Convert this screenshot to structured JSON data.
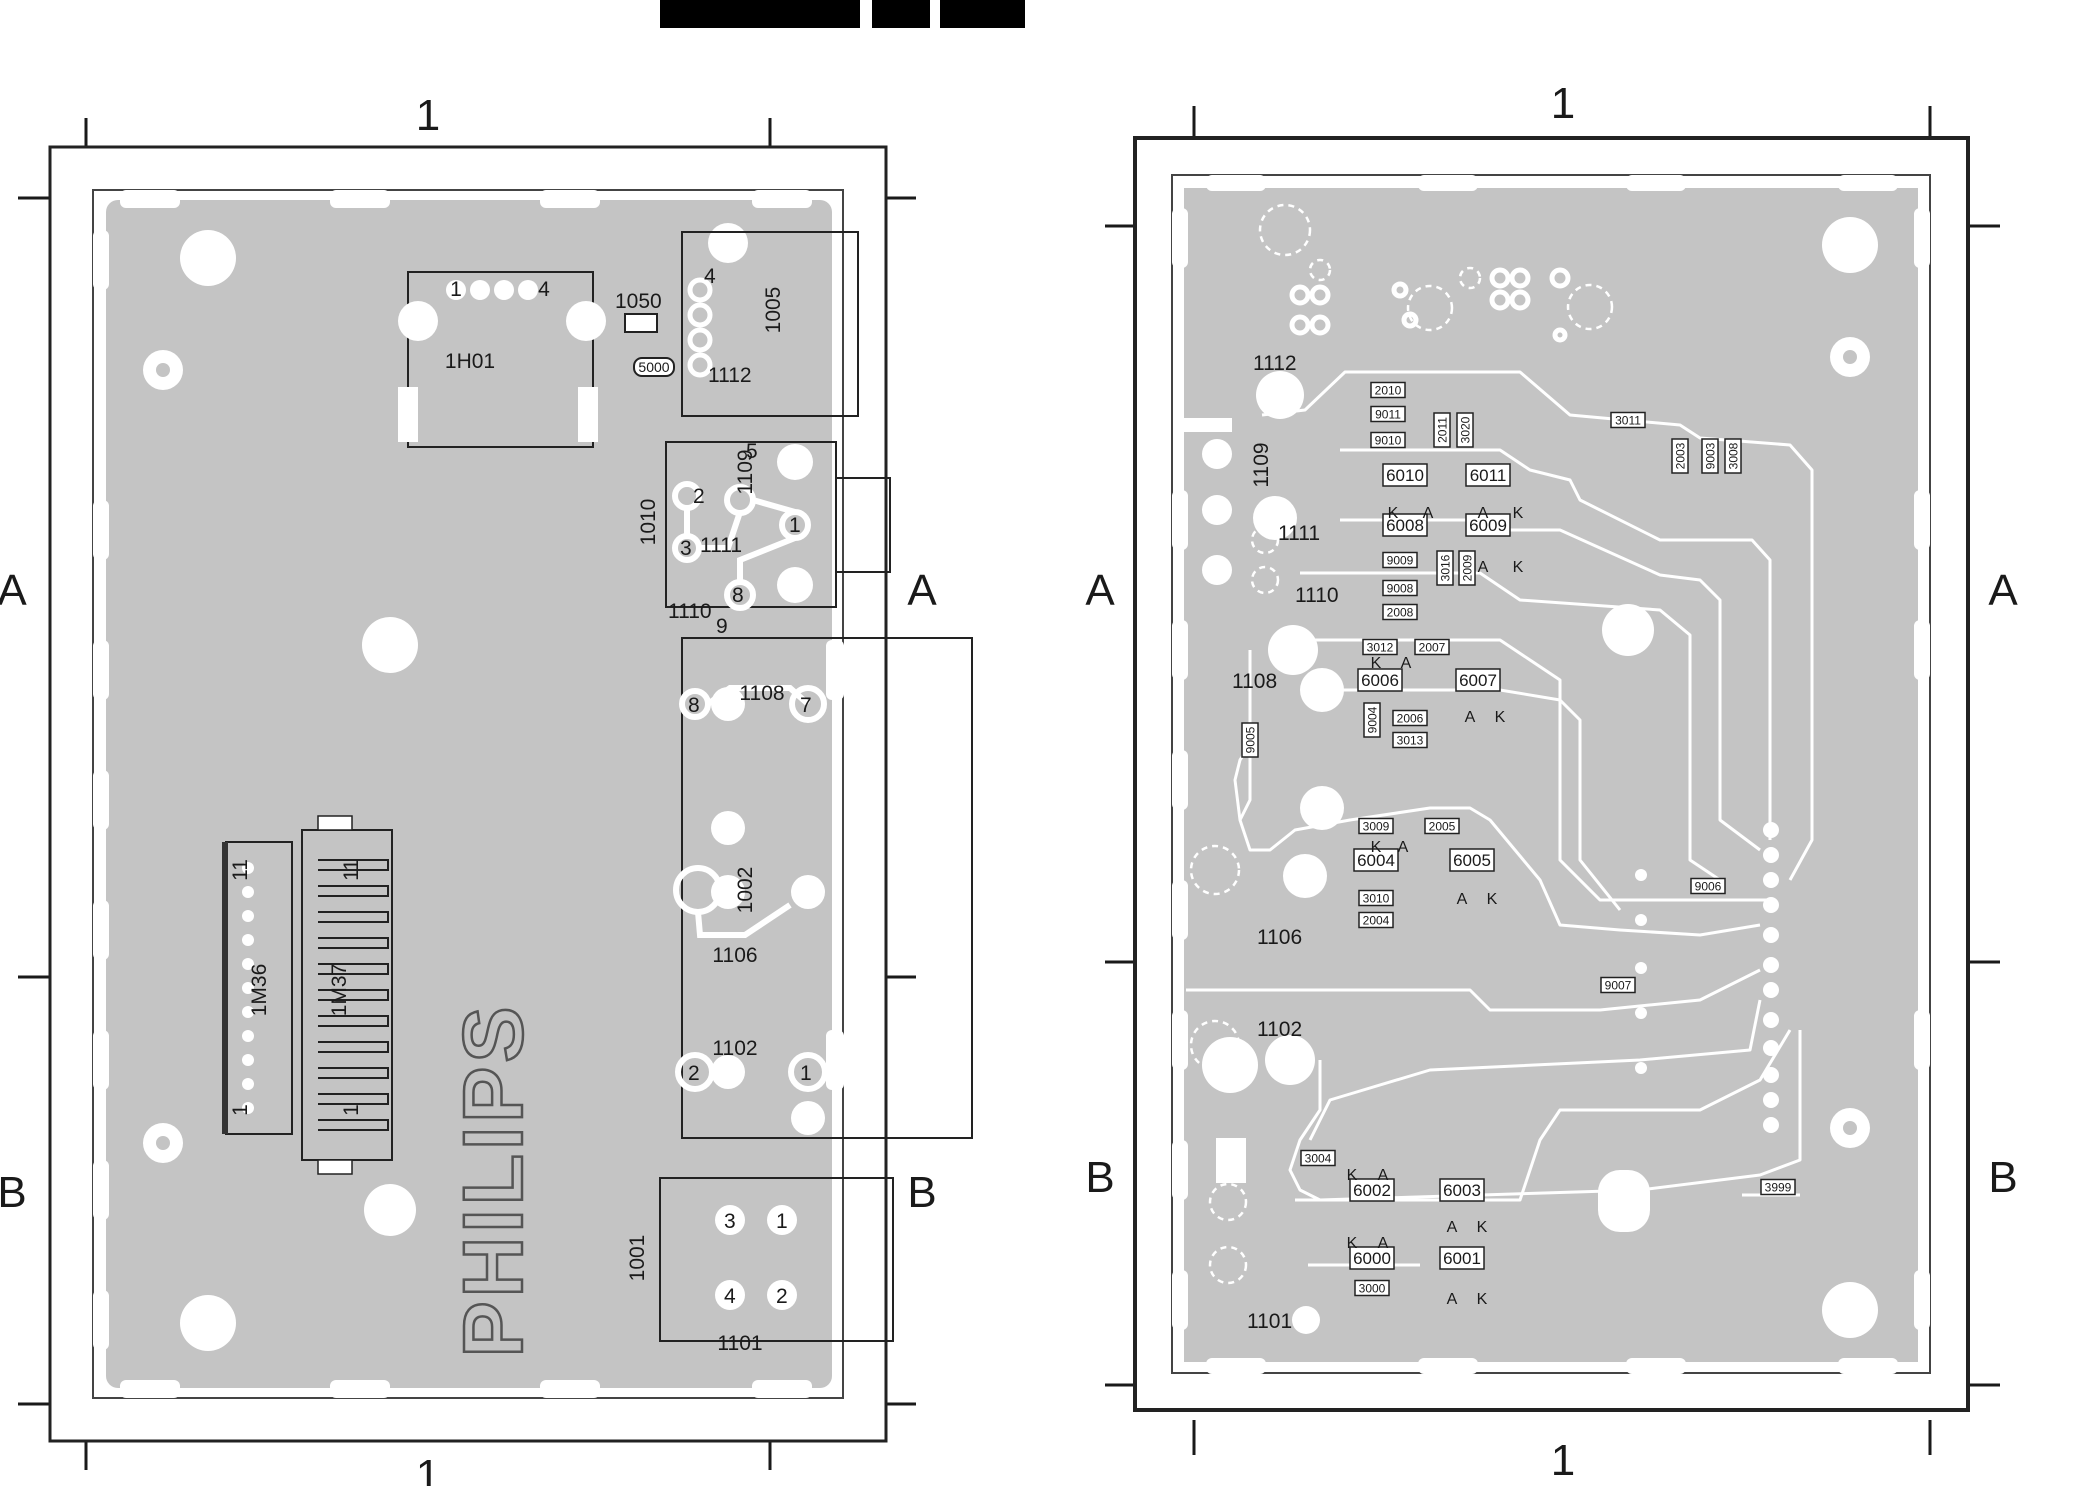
{
  "grid": {
    "col": "1",
    "rowA": "A",
    "rowB": "B"
  },
  "left_board": {
    "brand": "PHILIPS",
    "labels": [
      {
        "key": "h01",
        "text": "1H01"
      },
      {
        "key": "c1050",
        "text": "1050"
      },
      {
        "key": "c5000",
        "text": "5000"
      },
      {
        "key": "c1005",
        "text": "1005"
      },
      {
        "key": "c1112",
        "text": "1112"
      },
      {
        "key": "c1010",
        "text": "1010"
      },
      {
        "key": "c1111",
        "text": "1111"
      },
      {
        "key": "c1109",
        "text": "1109"
      },
      {
        "key": "c1110",
        "text": "1110"
      },
      {
        "key": "c1108",
        "text": "1108"
      },
      {
        "key": "c1002",
        "text": "1002"
      },
      {
        "key": "c1106",
        "text": "1106"
      },
      {
        "key": "c1102",
        "text": "1102"
      },
      {
        "key": "c1001",
        "text": "1001"
      },
      {
        "key": "c1101",
        "text": "1101"
      },
      {
        "key": "m36",
        "text": "1M36"
      },
      {
        "key": "m37",
        "text": "1M37"
      }
    ],
    "pins": [
      {
        "key": "p1",
        "text": "1"
      },
      {
        "key": "p2",
        "text": "2"
      },
      {
        "key": "p3",
        "text": "3"
      },
      {
        "key": "p4",
        "text": "4"
      },
      {
        "key": "p5",
        "text": "5"
      },
      {
        "key": "p7",
        "text": "7"
      },
      {
        "key": "p8",
        "text": "8"
      },
      {
        "key": "p9",
        "text": "9"
      },
      {
        "key": "p11",
        "text": "11"
      }
    ]
  },
  "right_board": {
    "labels": [
      {
        "key": "r1112",
        "text": "1112"
      },
      {
        "key": "r1109",
        "text": "1109"
      },
      {
        "key": "r1111",
        "text": "1111"
      },
      {
        "key": "r1110",
        "text": "1110"
      },
      {
        "key": "r1108",
        "text": "1108"
      },
      {
        "key": "r1106",
        "text": "1106"
      },
      {
        "key": "r1102",
        "text": "1102"
      },
      {
        "key": "r1101",
        "text": "1101"
      }
    ],
    "parts": [
      {
        "key": "d2010",
        "text": "2010"
      },
      {
        "key": "d9011",
        "text": "9011"
      },
      {
        "key": "d9010",
        "text": "9010"
      },
      {
        "key": "d2011",
        "text": "2011"
      },
      {
        "key": "d3020",
        "text": "3020"
      },
      {
        "key": "d3011",
        "text": "3011"
      },
      {
        "key": "d2003",
        "text": "2003"
      },
      {
        "key": "d9003",
        "text": "9003"
      },
      {
        "key": "d3008",
        "text": "3008"
      },
      {
        "key": "d6010",
        "text": "6010"
      },
      {
        "key": "d6011",
        "text": "6011"
      },
      {
        "key": "d6008",
        "text": "6008"
      },
      {
        "key": "d6009",
        "text": "6009"
      },
      {
        "key": "d9009",
        "text": "9009"
      },
      {
        "key": "d3016",
        "text": "3016"
      },
      {
        "key": "d2009",
        "text": "2009"
      },
      {
        "key": "d9008",
        "text": "9008"
      },
      {
        "key": "d2008",
        "text": "2008"
      },
      {
        "key": "d3012",
        "text": "3012"
      },
      {
        "key": "d2007",
        "text": "2007"
      },
      {
        "key": "d6006",
        "text": "6006"
      },
      {
        "key": "d6007",
        "text": "6007"
      },
      {
        "key": "d9004",
        "text": "9004"
      },
      {
        "key": "d2006",
        "text": "2006"
      },
      {
        "key": "d3013",
        "text": "3013"
      },
      {
        "key": "d9005",
        "text": "9005"
      },
      {
        "key": "d3009",
        "text": "3009"
      },
      {
        "key": "d2005",
        "text": "2005"
      },
      {
        "key": "d6004",
        "text": "6004"
      },
      {
        "key": "d6005",
        "text": "6005"
      },
      {
        "key": "d3010",
        "text": "3010"
      },
      {
        "key": "d2004",
        "text": "2004"
      },
      {
        "key": "d9006",
        "text": "9006"
      },
      {
        "key": "d9007",
        "text": "9007"
      },
      {
        "key": "d3004",
        "text": "3004"
      },
      {
        "key": "d6002",
        "text": "6002"
      },
      {
        "key": "d6003",
        "text": "6003"
      },
      {
        "key": "d3999",
        "text": "3999"
      },
      {
        "key": "d6000",
        "text": "6000"
      },
      {
        "key": "d6001",
        "text": "6001"
      },
      {
        "key": "d3000",
        "text": "3000"
      }
    ],
    "polarity": {
      "k": "K",
      "a": "A"
    }
  },
  "colors": {
    "copper": "#c4c4c4",
    "trace": "#ffffff",
    "ink": "#1a1a1a",
    "outline": "#222222"
  }
}
